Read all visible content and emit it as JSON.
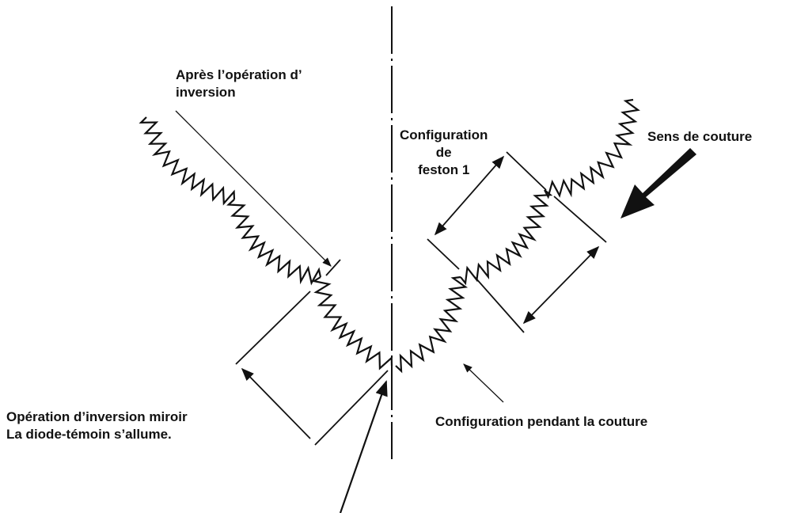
{
  "labels": {
    "after_inversion_line1": "Après l’opération d’",
    "after_inversion_line2": "inversion",
    "config_line1": "Configuration",
    "config_line2": "de",
    "config_line3": "feston 1",
    "sewing_direction": "Sens de couture",
    "mirror_line1": "Opération d’inversion miroir",
    "mirror_line2": "La diode-témoin s’allume.",
    "during_sewing": "Configuration pendant la couture"
  },
  "colors": {
    "ink": "#111111",
    "background": "#ffffff"
  }
}
